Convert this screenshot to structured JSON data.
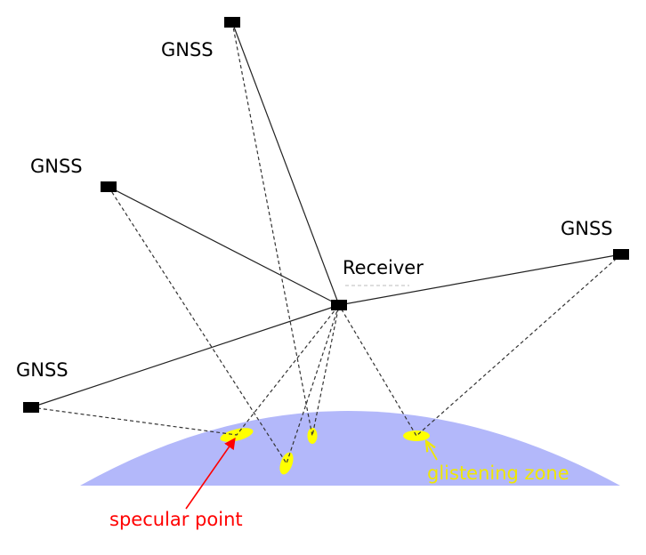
{
  "labels": {
    "gnss_top": "GNSS",
    "gnss_left_upper": "GNSS",
    "gnss_right": "GNSS",
    "gnss_left_lower": "GNSS",
    "receiver": "Receiver",
    "specular_point": "specular point",
    "glistening_zone": "glistening zone"
  },
  "colors": {
    "earth": "#b3b8fa",
    "glistening": "#ffff00",
    "specular_label": "#ff0000",
    "glistening_label": "#f0e800",
    "node": "#000000",
    "line": "#222222"
  }
}
